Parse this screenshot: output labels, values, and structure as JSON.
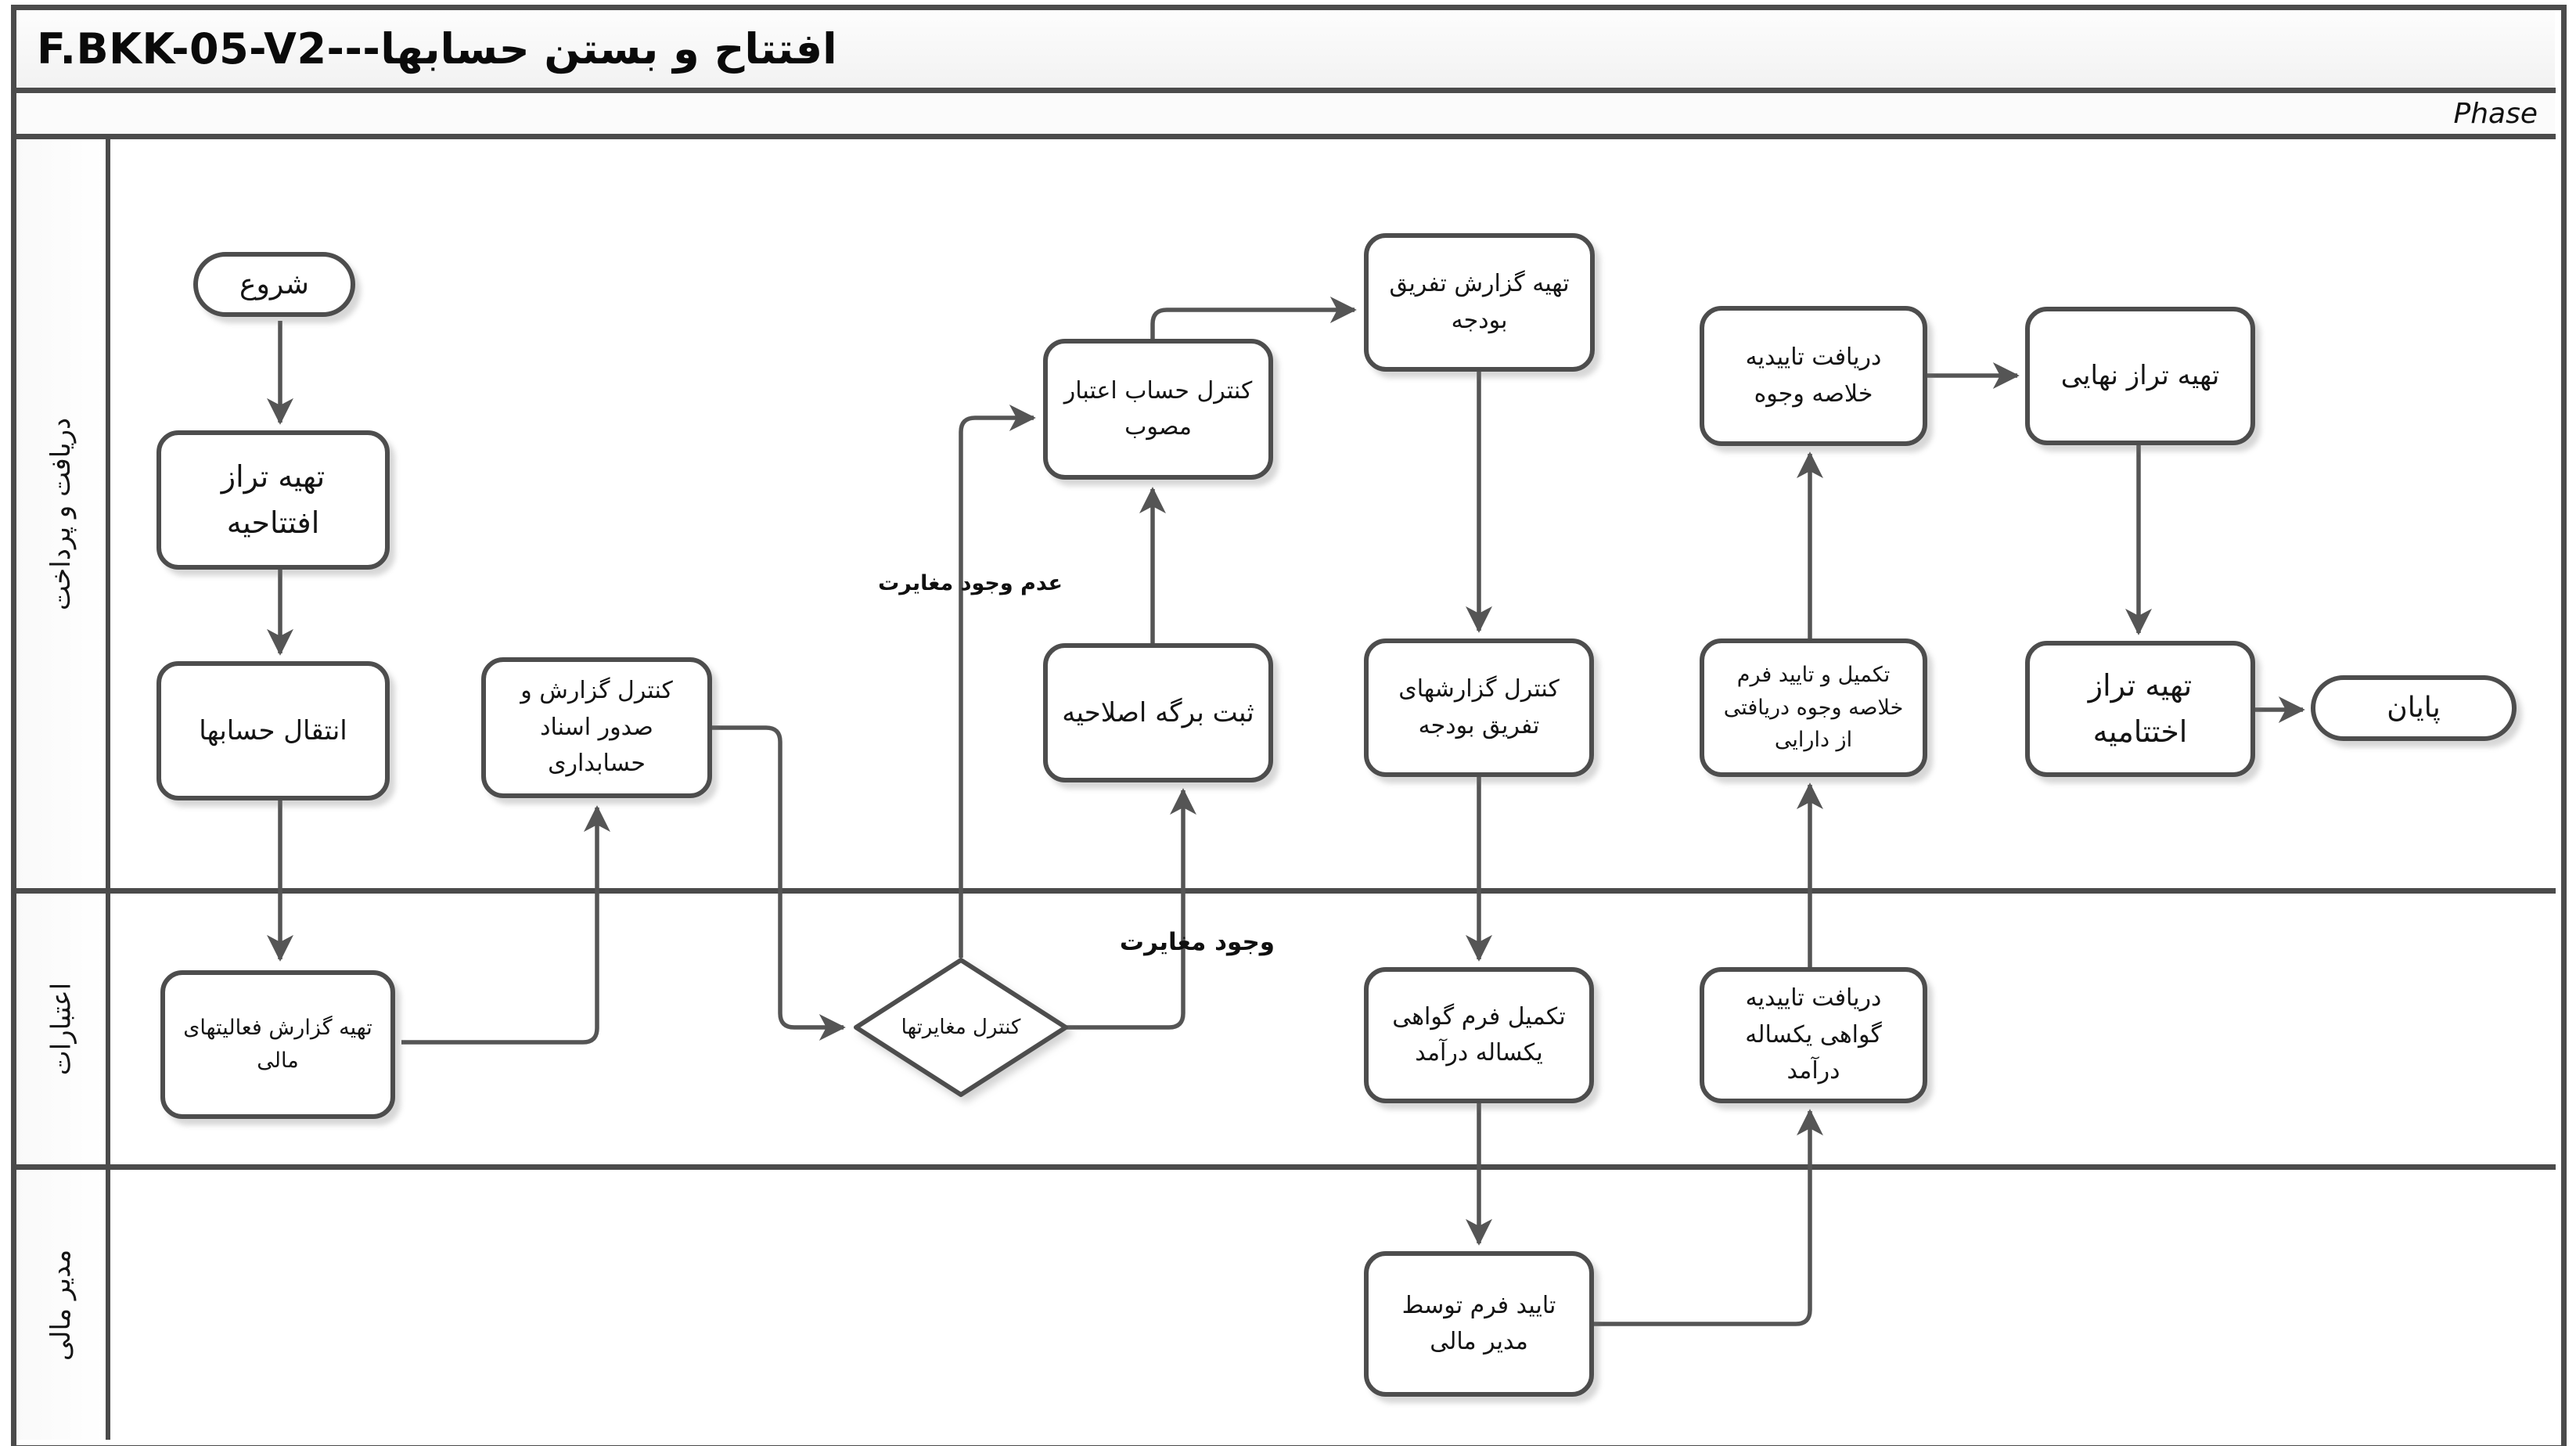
{
  "header": {
    "title": "F.BKK-05-V2---افتتاح و بستن حسابها",
    "phase_label": "Phase"
  },
  "lanes": [
    {
      "id": "receipt-and-payment",
      "label": "دریافت و پرداخت"
    },
    {
      "id": "credits",
      "label": "اعتبارات"
    },
    {
      "id": "financial-manager",
      "label": "مدیر مالی"
    }
  ],
  "nodes": {
    "start": {
      "type": "start",
      "label": "شروع"
    },
    "prepare_opening_balance": {
      "type": "process",
      "label": "تهیه تراز افتتاحیه"
    },
    "transfer_accounts": {
      "type": "process",
      "label": "انتقال حسابها"
    },
    "control_report_issue_docs": {
      "type": "process",
      "label": "کنترل گزارش و صدور اسناد حسابداری"
    },
    "control_approved_credit": {
      "type": "process",
      "label": "کنترل حساب اعتبار مصوب"
    },
    "prepare_budget_variance_report": {
      "type": "process",
      "label": "تهیه گزارش تفریق بودجه"
    },
    "register_amendment_sheet": {
      "type": "process",
      "label": "ثبت برگه اصلاحیه"
    },
    "control_budget_variance_reports": {
      "type": "process",
      "label": "کنترل گزارشهای تفریق بودجه"
    },
    "receive_funds_summary_confirmation": {
      "type": "process",
      "label": "دریافت تاییدیه خلاصه وجوه"
    },
    "prepare_final_balance": {
      "type": "process",
      "label": "تهیه تراز نهایی"
    },
    "complete_confirm_funds_form": {
      "type": "process",
      "label": "تکمیل و تایید فرم خلاصه وجوه دریافتی از دارایی"
    },
    "prepare_closing_balance": {
      "type": "process",
      "label": "تهیه تراز اختتامیه"
    },
    "end": {
      "type": "end",
      "label": "پایان"
    },
    "prepare_financial_activities_report": {
      "type": "process",
      "label": "تهیه گزارش فعالیتهای مالی"
    },
    "control_discrepancies": {
      "type": "decision",
      "label": "کنترل مغایرتها"
    },
    "complete_income_certificate_form": {
      "type": "process",
      "label": "تکمیل فرم گواهی یکساله درآمد"
    },
    "receive_income_certificate_confirmation": {
      "type": "process",
      "label": "دریافت تاییدیه گواهی یکساله درآمد"
    },
    "confirm_form_by_finance_manager": {
      "type": "process",
      "label": "تایید فرم توسط مدیر مالی"
    }
  },
  "edge_labels": {
    "no_discrepancy": "عدم وجود مغایرت",
    "discrepancy": "وجود مغایرت"
  },
  "colors": {
    "line": "#555555",
    "box_border": "#4d4d4d",
    "text": "#141414"
  }
}
